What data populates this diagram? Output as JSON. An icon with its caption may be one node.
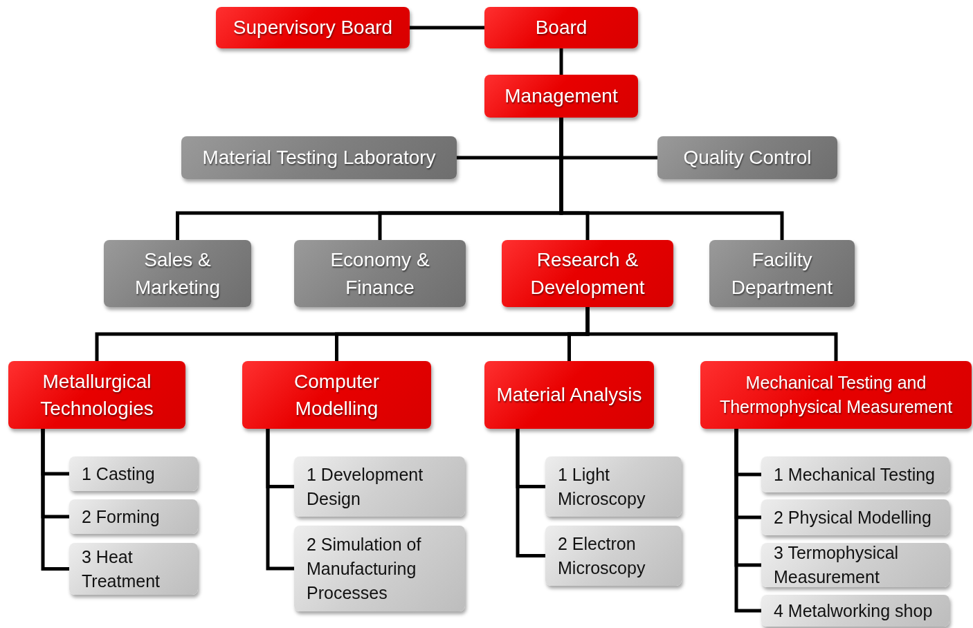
{
  "diagram": {
    "nodes": [
      {
        "text": [
          "Supervisory Board"
        ]
      },
      {
        "text": [
          "Board"
        ]
      },
      {
        "text": [
          "Management"
        ]
      },
      {
        "text": [
          "Material Testing Laboratory"
        ]
      },
      {
        "text": [
          "Quality Control"
        ]
      },
      {
        "text": [
          "Sales & Marketing"
        ]
      },
      {
        "text": [
          "Economy & Finance"
        ]
      },
      {
        "text": [
          "Research & Development"
        ]
      },
      {
        "text": [
          "Facility Department"
        ]
      },
      {
        "text": [
          "Metallurgical Technologies"
        ]
      },
      {
        "text": [
          "Computer Modelling"
        ]
      },
      {
        "text": [
          "Material Analysis"
        ]
      },
      {
        "text": [
          "Mechanical Testing and Thermophysical Measurement"
        ]
      },
      {
        "text": [
          "1 Casting"
        ]
      },
      {
        "text": [
          "2 Forming"
        ]
      },
      {
        "text": [
          "3 Heat Treatment"
        ]
      },
      {
        "text": [
          "1 Development Design"
        ]
      },
      {
        "text": [
          "2 Simulation of Manufacturing Processes"
        ]
      },
      {
        "text": [
          "1 Light Microscopy"
        ]
      },
      {
        "text": [
          "2 Electron Microscopy"
        ]
      },
      {
        "text": [
          "1 Mechanical Testing"
        ]
      },
      {
        "text": [
          "2 Physical Modelling"
        ]
      },
      {
        "text": [
          "3 Termophysical Measurement"
        ]
      },
      {
        "text": [
          "4 Metalworking shop"
        ]
      }
    ],
    "edges": [
      {
        "from": 0,
        "to": 1,
        "arrow": "none"
      },
      {
        "from": 1,
        "to": 2,
        "arrow": "none"
      },
      {
        "from": 2,
        "to": 3,
        "arrow": "none"
      },
      {
        "from": 2,
        "to": 4,
        "arrow": "none"
      },
      {
        "from": 2,
        "to": 5,
        "arrow": "none"
      },
      {
        "from": 2,
        "to": 6,
        "arrow": "none"
      },
      {
        "from": 2,
        "to": 7,
        "arrow": "none"
      },
      {
        "from": 2,
        "to": 8,
        "arrow": "none"
      },
      {
        "from": 7,
        "to": 9,
        "arrow": "none"
      },
      {
        "from": 7,
        "to": 10,
        "arrow": "none"
      },
      {
        "from": 7,
        "to": 11,
        "arrow": "none"
      },
      {
        "from": 7,
        "to": 12,
        "arrow": "none"
      },
      {
        "from": 9,
        "to": 13,
        "arrow": "none"
      },
      {
        "from": 9,
        "to": 14,
        "arrow": "none"
      },
      {
        "from": 9,
        "to": 15,
        "arrow": "none"
      },
      {
        "from": 10,
        "to": 16,
        "arrow": "none"
      },
      {
        "from": 10,
        "to": 17,
        "arrow": "none"
      },
      {
        "from": 11,
        "to": 18,
        "arrow": "none"
      },
      {
        "from": 11,
        "to": 19,
        "arrow": "none"
      },
      {
        "from": 12,
        "to": 20,
        "arrow": "none"
      },
      {
        "from": 12,
        "to": 21,
        "arrow": "none"
      },
      {
        "from": 12,
        "to": 22,
        "arrow": "none"
      },
      {
        "from": 12,
        "to": 23,
        "arrow": "none"
      }
    ]
  }
}
